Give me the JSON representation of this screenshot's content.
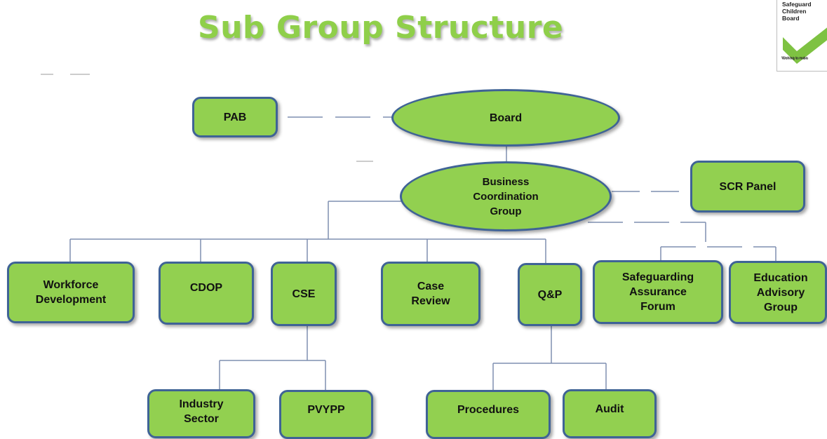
{
  "title": "Sub Group Structure",
  "logo": {
    "text": "Safeguard\nChildren\nBoard",
    "tagline": "Working to make"
  },
  "nodes": {
    "pab": "PAB",
    "board": "Board",
    "bcg": "Business\nCoordination\nGroup",
    "scr": "SCR Panel",
    "workforce": "Workforce\nDevelopment",
    "cdop": "CDOP",
    "cse": "CSE",
    "case_review": "Case\nReview",
    "qp": "Q&P",
    "saf": "Safeguarding\nAssurance\nForum",
    "edu": "Education\nAdvisory\nGroup",
    "industry": "Industry\nSector",
    "pvypp": "PVYPP",
    "procedures": "Procedures",
    "audit": "Audit"
  },
  "colors": {
    "node_fill": "#92d050",
    "node_border": "#3f6396",
    "title": "#8fcf4a",
    "connector": "#7f8fb0"
  }
}
